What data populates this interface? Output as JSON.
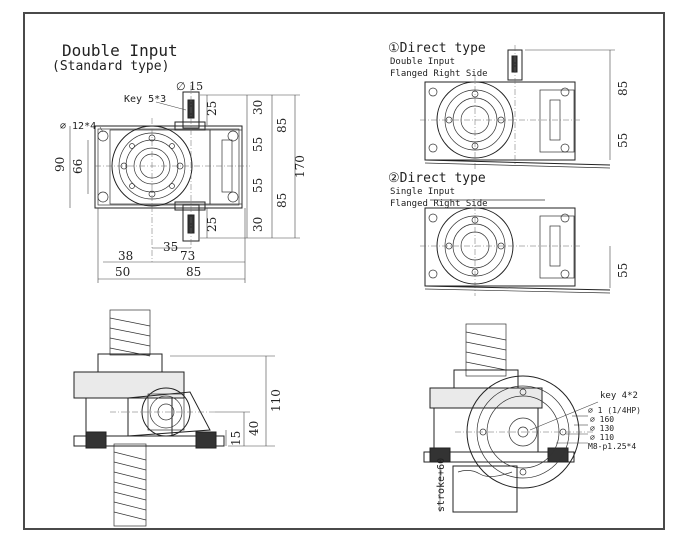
{
  "frame_color": "#4a4a4a",
  "line_color": "#222222",
  "double_input": {
    "title": "Double Input",
    "subtitle": "(Standard type)",
    "shaft_dia": "∅ 15",
    "key": "Key 5*3",
    "holes": "∅ 12*4",
    "dims": {
      "d30_top": "30",
      "d25_top": "25",
      "d55_top": "55",
      "d85_top": "85",
      "d170": "170",
      "d55_bot": "55",
      "d85_bot": "85",
      "d30_bot": "30",
      "d25_bot": "25",
      "d90": "90",
      "d66": "66",
      "d35": "35",
      "d38": "38",
      "d73": "73",
      "d50": "50",
      "d85_base": "85"
    }
  },
  "direct_type_1": {
    "title": "①Direct type",
    "line1": "Double Input",
    "line2": "Flanged Right Side",
    "dim_85": "85",
    "dim_55": "55"
  },
  "direct_type_2": {
    "title": "②Direct type",
    "line1": "Single Input",
    "line2": "Flanged Right Side",
    "dim_55": "55"
  },
  "side_view": {
    "dim_110": "110",
    "dim_40": "40",
    "dim_15": "15"
  },
  "rear_view": {
    "key": "key 4*2",
    "callouts": [
      "∅ 1 (1/4HP)",
      "∅ 160",
      "∅ 130",
      "∅ 110",
      "M8-p1.25*4"
    ],
    "stroke": "stroke+60"
  }
}
